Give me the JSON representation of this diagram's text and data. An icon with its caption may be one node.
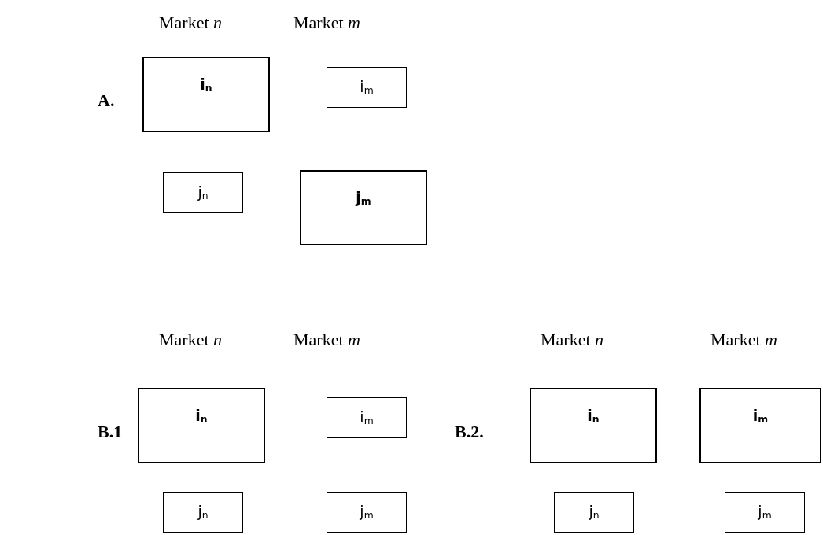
{
  "diagram": {
    "nodes": [
      {
        "text": [
          "i$_{n}$"
        ]
      },
      {
        "text": [
          "i$_{m}$"
        ]
      },
      {
        "text": [
          "j$_{n}$"
        ]
      },
      {
        "text": [
          "j$_{m}$"
        ]
      },
      {
        "text": [
          "i$_{n}$"
        ]
      },
      {
        "text": [
          "i$_{m}$"
        ]
      },
      {
        "text": [
          "i$_{n}$"
        ]
      },
      {
        "text": [
          "i$_{m}$"
        ]
      },
      {
        "text": [
          "j$_{n}$"
        ]
      },
      {
        "text": [
          "j$_{m}$"
        ]
      },
      {
        "text": [
          "j$_{n}$"
        ]
      },
      {
        "text": [
          "j$_{m}$"
        ]
      }
    ],
    "labels": [
      "Market *n*",
      "Market *m*",
      "A.",
      "Market *n*",
      "Market *m*",
      "Market *n*",
      "Market *m*",
      "B.1",
      "B.2."
    ]
  }
}
